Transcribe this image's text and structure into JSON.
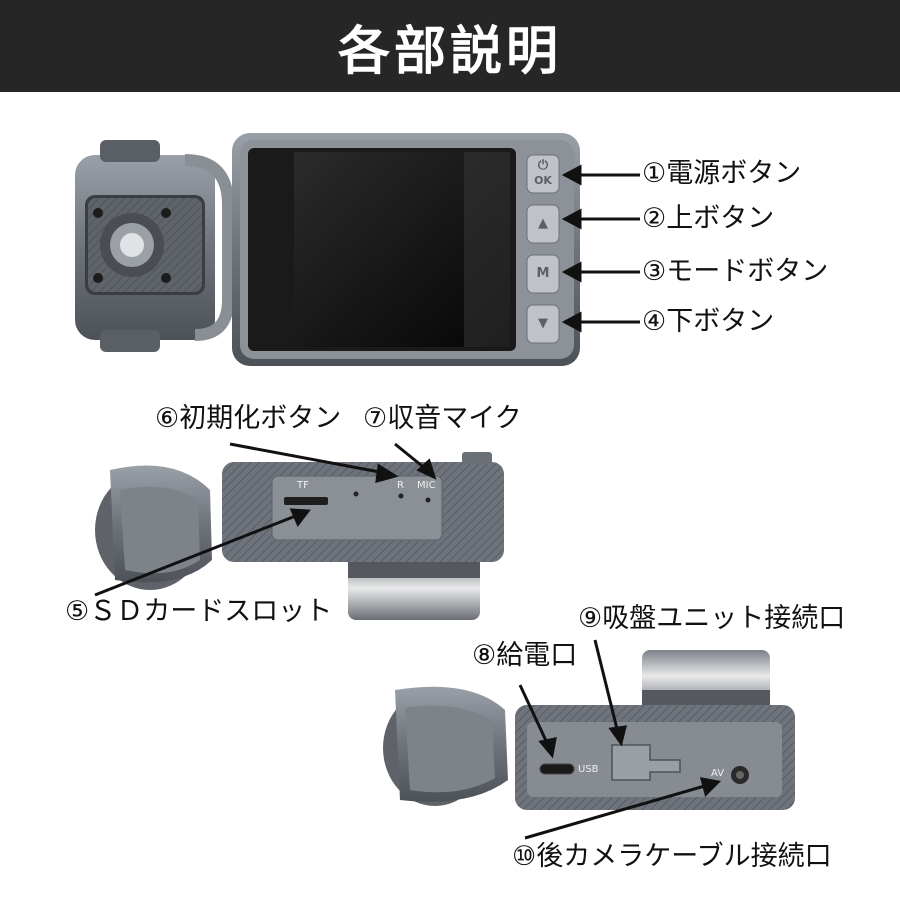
{
  "title": "各部説明",
  "labels": {
    "l1": "①電源ボタン",
    "l2": "②上ボタン",
    "l3": "③モードボタン",
    "l4": "④下ボタン",
    "l5": "⑤ＳＤカードスロット",
    "l6": "⑥初期化ボタン",
    "l7": "⑦収音マイク",
    "l8": "⑧給電口",
    "l9": "⑨吸盤ユニット接続口",
    "l10": "⑩後カメラケーブル接続口"
  },
  "device_marks": {
    "power_top": "⏻",
    "power_ok": "OK",
    "up": "▲",
    "mode": "M",
    "down": "▼",
    "tf": "TF",
    "reset": "R",
    "mic": "MIC",
    "usb": "USB",
    "av": "AV"
  },
  "colors": {
    "header_bg": "#262626",
    "body": "#7b8088",
    "screen": "#111111"
  }
}
